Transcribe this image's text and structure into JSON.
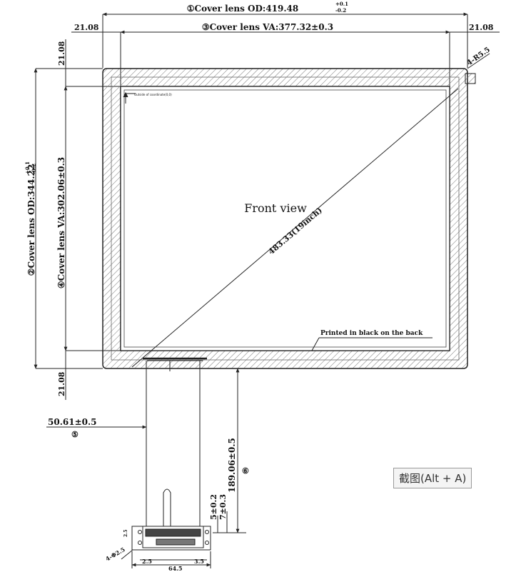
{
  "title": "Front view",
  "diagonal": "483.33(19inch)",
  "printed_note": "Printed in black on the back",
  "corner_radius": "4-R5.5",
  "small_corner_label": "Outside of coordinate(0,0)",
  "dimensions": {
    "cover_od_width": {
      "index": "①",
      "text": "Cover lens OD:419.48",
      "tol_plus": "+0.1",
      "tol_minus": "-0.2"
    },
    "cover_va_width": {
      "index": "③",
      "text": "Cover lens VA:377.32±0.3"
    },
    "left_margin": "21.08",
    "right_margin": "21.08",
    "top_margin": "21.08",
    "bottom_margin": "21.08",
    "cover_od_height": {
      "index": "②",
      "text": "Cover lens OD:344.22",
      "tol_plus": "+0.1",
      "tol_minus": "-0.2"
    },
    "cover_va_height": {
      "index": "④",
      "text": "Cover lens VA:302.06±0.3"
    },
    "fpc_offset": {
      "text": "50.61±0.5",
      "index": "⑤"
    },
    "fpc_length": {
      "text": "189.06±0.5",
      "index": "⑥"
    },
    "tail_5": "5±0.2",
    "tail_7": "7±0.3",
    "bottom_width": "64.5",
    "bottom_left": "2.5",
    "bottom_right": "3.5",
    "bottom_small": "2.5",
    "hole_label": "4-Φ2.5"
  },
  "tooltip": "截图(Alt + A)"
}
